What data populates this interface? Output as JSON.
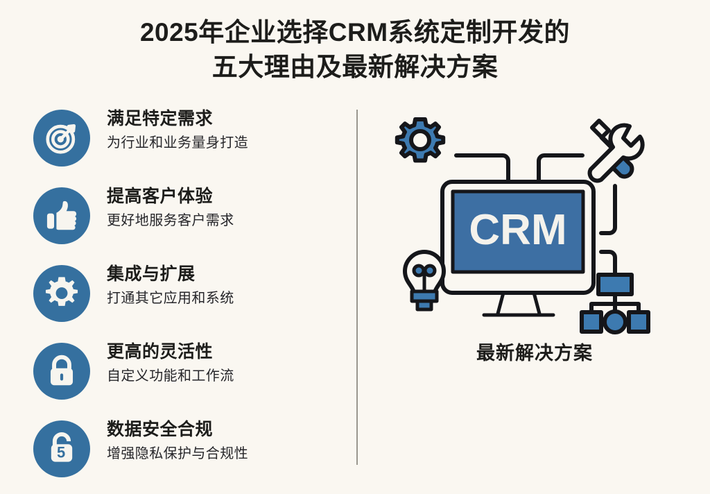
{
  "background_color": "#faf7f1",
  "accent_color": "#35709f",
  "text_color": "#1d1d1b",
  "divider_color": "#9a978f",
  "title": {
    "line1": "2025年企业选择CRM系统定制开发的",
    "line2": "五大理由及最新解决方案"
  },
  "reasons": [
    {
      "icon": "target-icon",
      "title": "满足特定需求",
      "desc": "为行业和业务量身打造"
    },
    {
      "icon": "thumbs-up-icon",
      "title": "提高客户体验",
      "desc": "更好地服务客户需求"
    },
    {
      "icon": "gear-icon",
      "title": "集成与扩展",
      "desc": "打通其它应用和系统"
    },
    {
      "icon": "lock-icon",
      "title": "更高的灵活性",
      "desc": "自定义功能和工作流"
    },
    {
      "icon": "shield-five-icon",
      "title": "数据安全合规",
      "desc": "增强隐私保护与合规性"
    }
  ],
  "illustration": {
    "screen_label": "CRM",
    "caption": "最新解决方案",
    "elements": [
      "gear-icon",
      "wrench-screwdriver-icon",
      "monitor-icon",
      "lightbulb-icon",
      "org-chart-icon"
    ]
  }
}
